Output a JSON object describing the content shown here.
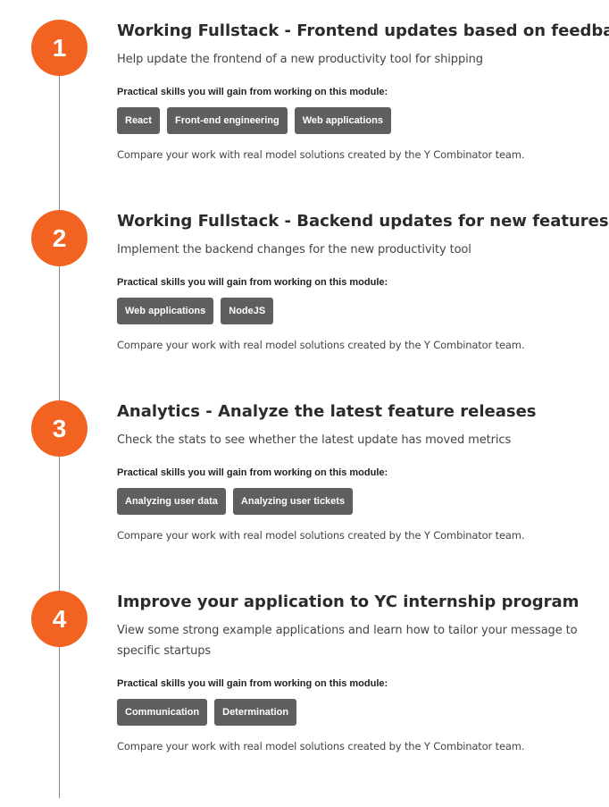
{
  "modules": [
    {
      "number": "1",
      "title": "Working Fullstack - Frontend updates based on feedback",
      "description": "Help update the frontend of a new productivity tool for shipping",
      "skills_label": "Practical skills you will gain from working on this module:",
      "skills": [
        "React",
        "Front-end engineering",
        "Web applications"
      ],
      "compare_text": "Compare your work with real model solutions created by the Y Combinator team."
    },
    {
      "number": "2",
      "title": "Working Fullstack - Backend updates for new features",
      "description": "Implement the backend changes for the new productivity tool",
      "skills_label": "Practical skills you will gain from working on this module:",
      "skills": [
        "Web applications",
        "NodeJS"
      ],
      "compare_text": "Compare your work with real model solutions created by the Y Combinator team."
    },
    {
      "number": "3",
      "title": "Analytics - Analyze the latest feature releases",
      "description": "Check the stats to see whether the latest update has moved metrics",
      "skills_label": "Practical skills you will gain from working on this module:",
      "skills": [
        "Analyzing user data",
        "Analyzing user tickets"
      ],
      "compare_text": "Compare your work with real model solutions created by the Y Combinator team."
    },
    {
      "number": "4",
      "title": "Improve your application to YC internship program",
      "description": "View some strong example applications and learn how to tailor your message to specific startups",
      "skills_label": "Practical skills you will gain from working on this module:",
      "skills": [
        "Communication",
        "Determination"
      ],
      "compare_text": "Compare your work with real model solutions created by the Y Combinator team."
    }
  ],
  "colors": {
    "step_circle": "#f26322",
    "tag_background": "#5f5f5f",
    "timeline_line": "#8a8a8a"
  }
}
